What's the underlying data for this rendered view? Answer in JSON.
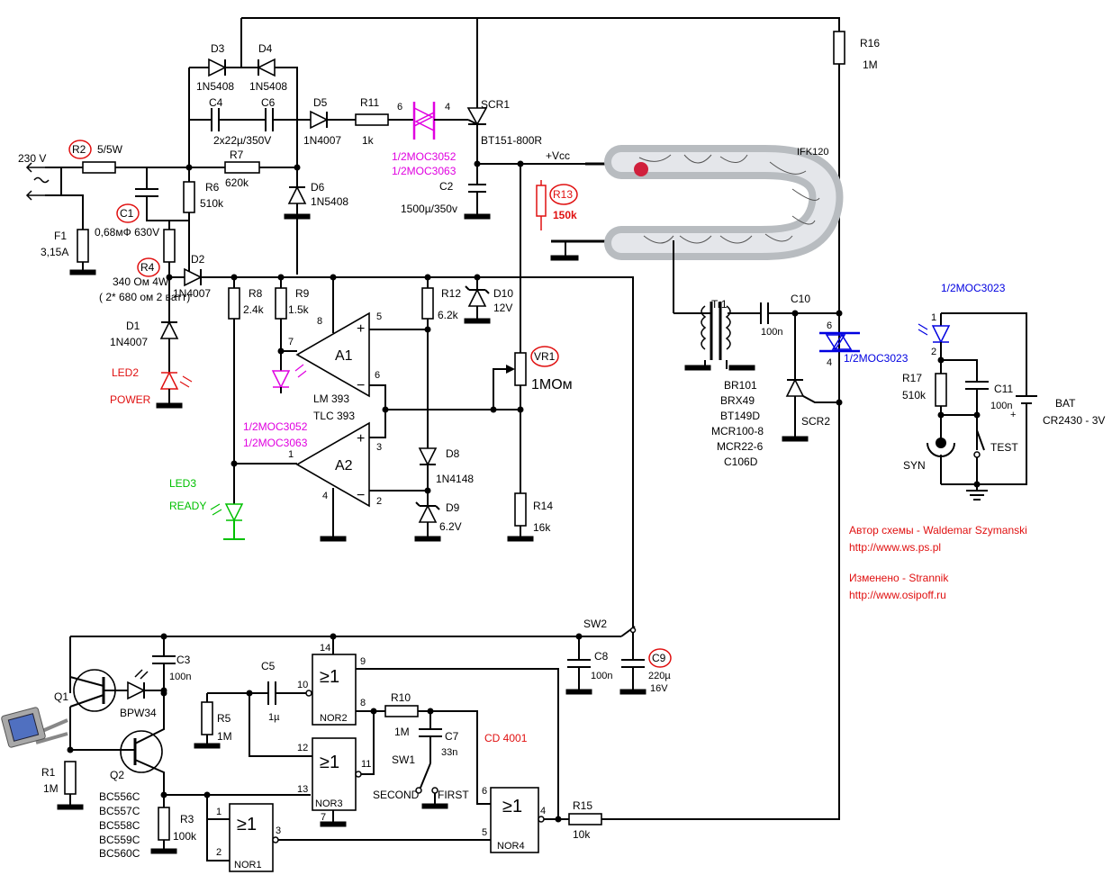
{
  "mains": {
    "voltage": "230 V",
    "ac_symbol": "~"
  },
  "resistors": {
    "R1": {
      "name": "R1",
      "value": "1M"
    },
    "R2": {
      "name": "R2",
      "value": "5/5W"
    },
    "R3": {
      "name": "R3",
      "value": "100k"
    },
    "R4": {
      "name": "R4",
      "value": "340 Ом 4W",
      "note": "( 2* 680 ом 2 ватт)"
    },
    "R5": {
      "name": "R5",
      "value": "1M"
    },
    "R6": {
      "name": "R6",
      "value": "510k"
    },
    "R7": {
      "name": "R7",
      "value": "620k"
    },
    "R8": {
      "name": "R8",
      "value": "2.4k"
    },
    "R9": {
      "name": "R9",
      "value": "1.5k"
    },
    "R10": {
      "name": "R10",
      "value": "1M"
    },
    "R11": {
      "name": "R11",
      "value": "1k"
    },
    "R12": {
      "name": "R12",
      "value": "6.2k"
    },
    "R13": {
      "name": "R13",
      "value": "150k"
    },
    "R14": {
      "name": "R14",
      "value": "16k"
    },
    "R15": {
      "name": "R15",
      "value": "10k"
    },
    "R16": {
      "name": "R16",
      "value": "1M"
    },
    "R17": {
      "name": "R17",
      "value": "510k"
    }
  },
  "capacitors": {
    "C1": {
      "name": "C1",
      "value": "0,68мФ 630V"
    },
    "C2": {
      "name": "C2",
      "value": "1500µ/350v"
    },
    "C3": {
      "name": "C3",
      "value": "100n"
    },
    "C4": {
      "name": "C4"
    },
    "C6": {
      "name": "C6"
    },
    "C46": {
      "value": "2x22µ/350V"
    },
    "C5": {
      "name": "C5",
      "value": "1µ"
    },
    "C7": {
      "name": "C7",
      "value": "33n"
    },
    "C8": {
      "name": "C8",
      "value": "100n"
    },
    "C9": {
      "name": "C9",
      "value": "220µ",
      "voltage": "16V"
    },
    "C10": {
      "name": "C10",
      "value": "100n"
    },
    "C11": {
      "name": "C11",
      "value": "100n"
    }
  },
  "diodes": {
    "D1": {
      "name": "D1",
      "value": "1N4007"
    },
    "D2": {
      "name": "D2",
      "value": "1N4007"
    },
    "D3": {
      "name": "D3",
      "value": "1N5408"
    },
    "D4": {
      "name": "D4",
      "value": "1N5408"
    },
    "D5": {
      "name": "D5",
      "value": "1N4007"
    },
    "D6": {
      "name": "D6",
      "value": "1N5408"
    },
    "D8": {
      "name": "D8",
      "value": "1N4148"
    },
    "D9": {
      "name": "D9",
      "value": "6.2V"
    },
    "D10": {
      "name": "D10",
      "value": "12V"
    }
  },
  "fuse": {
    "name": "F1",
    "value": "3,15A"
  },
  "scr1": {
    "name": "SCR1",
    "value": "BT151-800R"
  },
  "scr2": {
    "name": "SCR2",
    "types": [
      "BR101",
      "BRX49",
      "BT149D",
      "MCR100-8",
      "MCR22-6",
      "C106D"
    ]
  },
  "vcc": "+Vcc",
  "lamp": "IFK120",
  "opto": {
    "moc3052": "1/2MOC3052",
    "moc3063": "1/2MOC3063",
    "moc3023": "1/2MOC3023",
    "pins_top": [
      "6",
      "4"
    ],
    "pins_right": [
      "6",
      "4"
    ],
    "pins_left": [
      "1",
      "2"
    ]
  },
  "leds": {
    "led2": {
      "name": "LED2",
      "label": "POWER"
    },
    "led3": {
      "name": "LED3",
      "label": "READY"
    }
  },
  "comparators": {
    "a1": "A1",
    "a2": "A2",
    "chip": [
      "LM 393",
      "TLC 393"
    ],
    "pins": {
      "p8": "8",
      "p7": "7",
      "p5": "5",
      "p6": "6",
      "p1": "1",
      "p3": "3",
      "p2": "2",
      "p4": "4"
    }
  },
  "vr1": {
    "name": "VR1",
    "value": "1MОм"
  },
  "transformer": "Tr1",
  "battery": {
    "name": "BAT",
    "value": "CR2430 - 3V"
  },
  "switches": {
    "syn": "SYN",
    "test": "TEST",
    "sw1": "SW1",
    "sw2": "SW2",
    "second": "SECOND",
    "first": "FIRST"
  },
  "transistors": {
    "q1": "Q1",
    "q2": "Q2",
    "types": [
      "BC556C",
      "BC557C",
      "BC558C",
      "BC559C",
      "BC560C"
    ],
    "photodiode": "BPW34"
  },
  "logic": {
    "gate_symbol": "≥1",
    "nor1": "NOR1",
    "nor2": "NOR2",
    "nor3": "NOR3",
    "nor4": "NOR4",
    "chip": "CD 4001",
    "pins": {
      "p14": "14",
      "p9": "9",
      "p10": "10",
      "p8": "8",
      "p12": "12",
      "p11": "11",
      "p13": "13",
      "p7": "7",
      "p1": "1",
      "p2": "2",
      "p3": "3",
      "p6": "6",
      "p5": "5",
      "p4": "4"
    }
  },
  "credits": {
    "line1": "Автор  схемы - Waldemar Szymanski",
    "line2": "http://www.ws.ps.pl",
    "line3": "Изменено - Strannik",
    "line4": "http://www.osipoff.ru"
  },
  "colors": {
    "magenta": "#e000e0",
    "red": "#e01010",
    "green": "#00c000",
    "blue": "#0000e0"
  }
}
